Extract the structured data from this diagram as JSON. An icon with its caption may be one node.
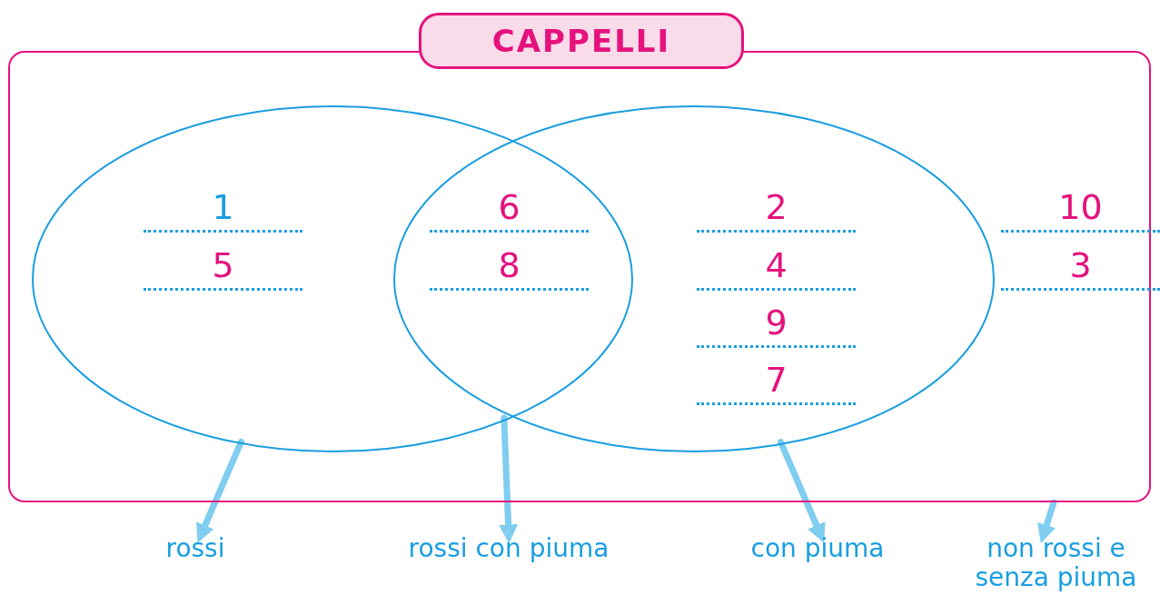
{
  "diagram": {
    "nodes": [
      {
        "text": [
          "CAPPELLI"
        ]
      },
      {
        "text": [],
        "shape": "ellipse",
        "in": 0
      },
      {
        "text": [],
        "shape": "ellipse",
        "in": 0
      },
      {
        "text": [
          "rossi"
        ]
      },
      {
        "text": [
          "rossi con piuma"
        ]
      },
      {
        "text": [
          "con piuma"
        ]
      },
      {
        "text": [
          "non rossi e senza piuma"
        ]
      }
    ],
    "edges": [
      {
        "from": 1,
        "to": 3,
        "arrow": "to"
      },
      {
        "from": 1,
        "to": 4,
        "arrow": "to"
      },
      {
        "from": 2,
        "to": 5,
        "arrow": "to"
      },
      {
        "from": 0,
        "to": 6,
        "arrow": "to"
      }
    ],
    "labels": [
      "1",
      "5",
      "6",
      "8",
      "2",
      "4",
      "9",
      "7",
      "10",
      "3"
    ]
  }
}
